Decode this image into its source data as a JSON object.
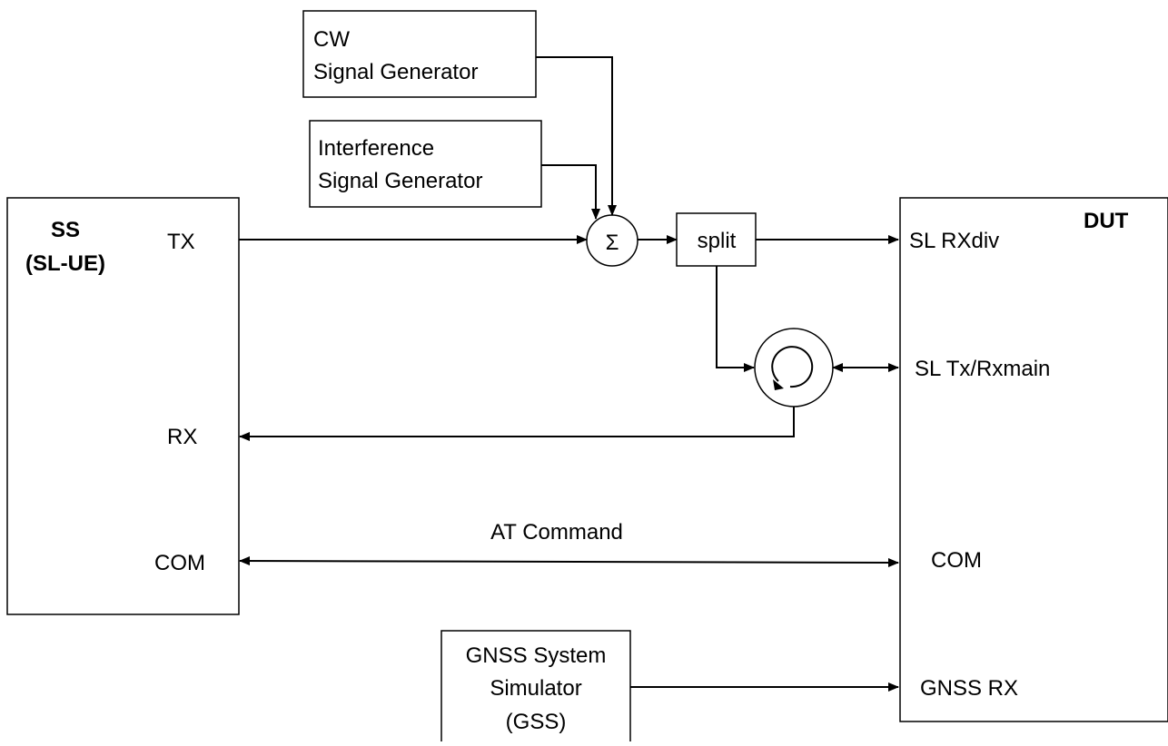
{
  "cw_generator": {
    "line1": "CW",
    "line2": "Signal Generator"
  },
  "interference_generator": {
    "line1": "Interference",
    "line2": "Signal Generator"
  },
  "ss": {
    "title1": "SS",
    "title2": "(SL-UE)",
    "tx": "TX",
    "rx": "RX",
    "com": "COM"
  },
  "summer": {
    "symbol": "Σ"
  },
  "splitter": {
    "label": "split"
  },
  "dut": {
    "title": "DUT",
    "sl_rxdiv": "SL RXdiv",
    "sl_txrx_main": "SL Tx/Rxmain",
    "com": "COM",
    "gnss_rx": "GNSS RX"
  },
  "link": {
    "at_command": "AT Command"
  },
  "gss": {
    "line1": "GNSS System",
    "line2": "Simulator",
    "line3": "(GSS)"
  }
}
